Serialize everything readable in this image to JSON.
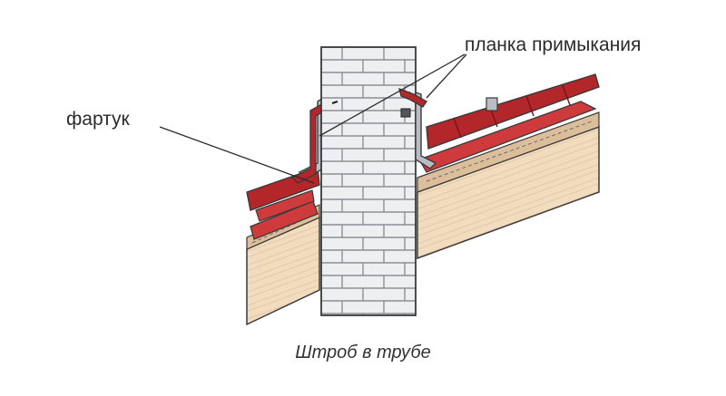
{
  "labels": {
    "apron": "фартук",
    "adjoining_strip": "планка примыкания"
  },
  "caption": "Штроб в трубе",
  "colors": {
    "brick_fill": "#eeeff1",
    "mortar": "#8c8f94",
    "tile_red": "#b3262a",
    "tile_red_light": "#cf3b3c",
    "wood": "#f2dcc0",
    "wood_dark": "#dcbf9a",
    "metal": "#b9bcc1",
    "outline": "#3a3a3a"
  }
}
